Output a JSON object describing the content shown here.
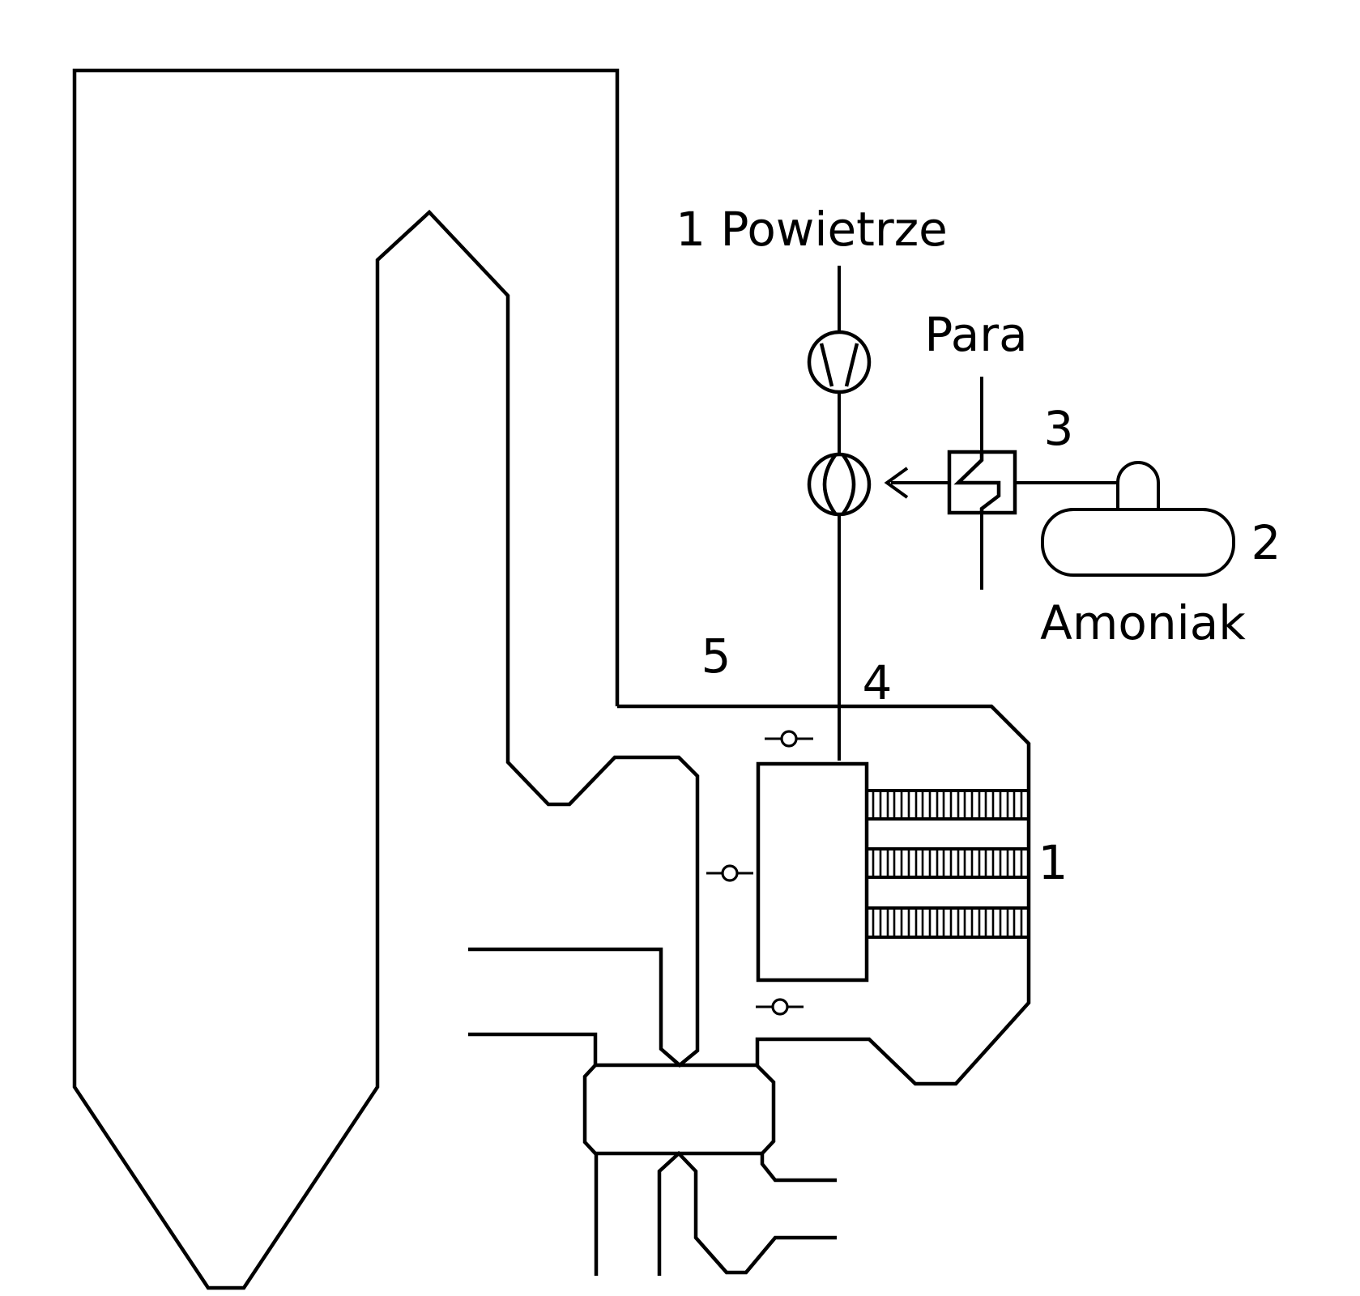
{
  "page": {
    "type": "process-flow-diagram",
    "subject": "boiler flue gas SCR deNOx system",
    "colors": {
      "background": "#ffffff",
      "line": "#000000",
      "text": "#000000"
    }
  },
  "labels": {
    "air": "1 Powietrze",
    "steam": "Para",
    "ammonia": "Amoniak",
    "num_catalyst": "1",
    "num_tank": "2",
    "num_ammonia_line": "3",
    "num_injection_line": "4",
    "num_flue_duct": "5"
  },
  "icons": {
    "fan": "fan-icon",
    "blower": "blower-icon",
    "heat_exchanger": "heat-exchanger-icon",
    "storage_tank": "ammonia-tank",
    "damper": "damper-valve-icon",
    "flow_arrow": "arrow-left-icon",
    "catalyst_layer": "catalyst-hatched-layer"
  }
}
